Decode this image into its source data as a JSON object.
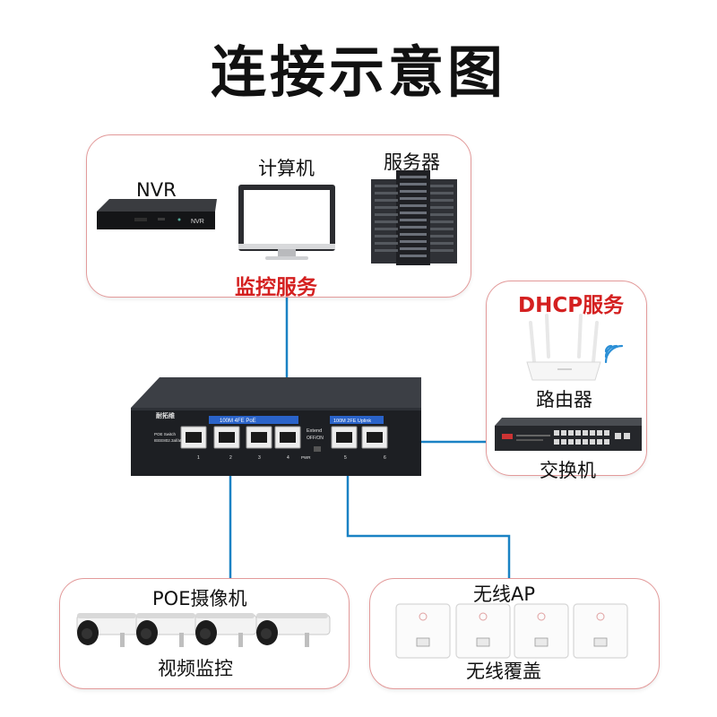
{
  "title": "连接示意图",
  "monitoring": {
    "nvr_label": "NVR",
    "nvr_device_text": "NVR",
    "computer_label": "计算机",
    "server_label": "服务器",
    "group_label": "监控服务"
  },
  "dhcp": {
    "group_label": "DHCP服务",
    "router_label": "路由器",
    "switch_label": "交换机"
  },
  "poe_switch": {
    "brand": "耐拓维",
    "model_line1": "POE Switch",
    "model_line2": "IEEE802.3af/at",
    "poe_ports_label": "100M 4FE PoE",
    "uplink_ports_label": "100M 2FE Uplink",
    "extend_label": "Extend",
    "extend_state": "OFF/ON",
    "port_numbers": [
      "1",
      "2",
      "3",
      "4",
      "5",
      "6"
    ],
    "pwr_label": "PWR"
  },
  "cameras": {
    "top_label": "POE摄像机",
    "bottom_label": "视频监控"
  },
  "wireless": {
    "top_label": "无线AP",
    "bottom_label": "无线覆盖"
  },
  "colors": {
    "link": "#1a82c4",
    "box_border": "#e39a9a",
    "accent_red": "#d42020",
    "port_strip": "#2a63c9"
  }
}
